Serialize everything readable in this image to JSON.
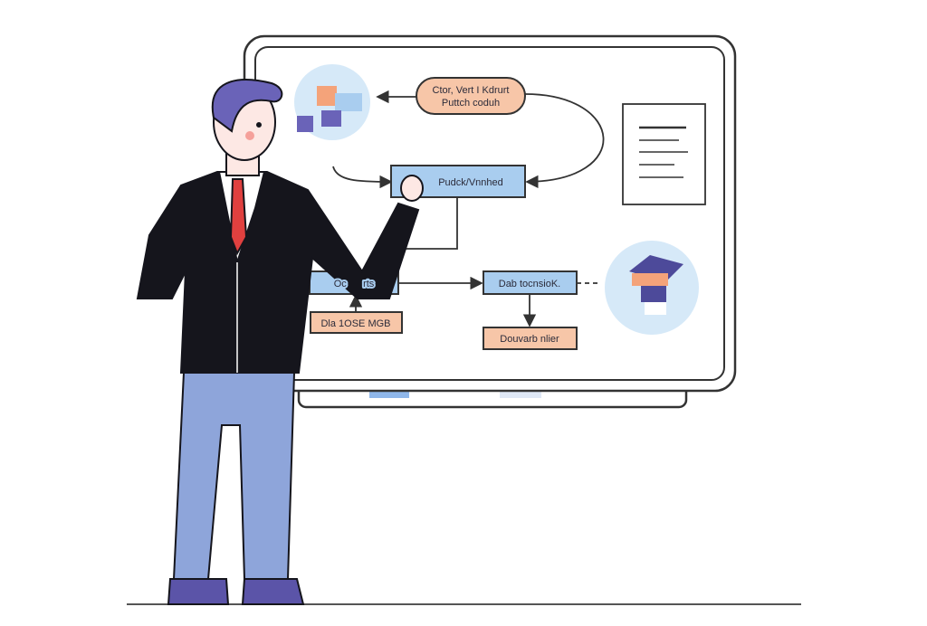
{
  "illustration": {
    "pill_node": {
      "line1": "Ctor, Vert I Kdrurt",
      "line2": "Puttch coduh"
    },
    "top_process": "Pudck/Vnnhed",
    "left_process": "Oc      rts",
    "left_input": "Dla 1OSE  MGB",
    "right_process": "Dab tocnsioK.",
    "right_output": "Douvarb nlier"
  },
  "colors": {
    "orange": "#f7c6a8",
    "blue": "#a9cdef",
    "suit": "#15151c",
    "hair": "#6a63b8",
    "pants": "#8ea5da",
    "tie": "#e0403f"
  }
}
